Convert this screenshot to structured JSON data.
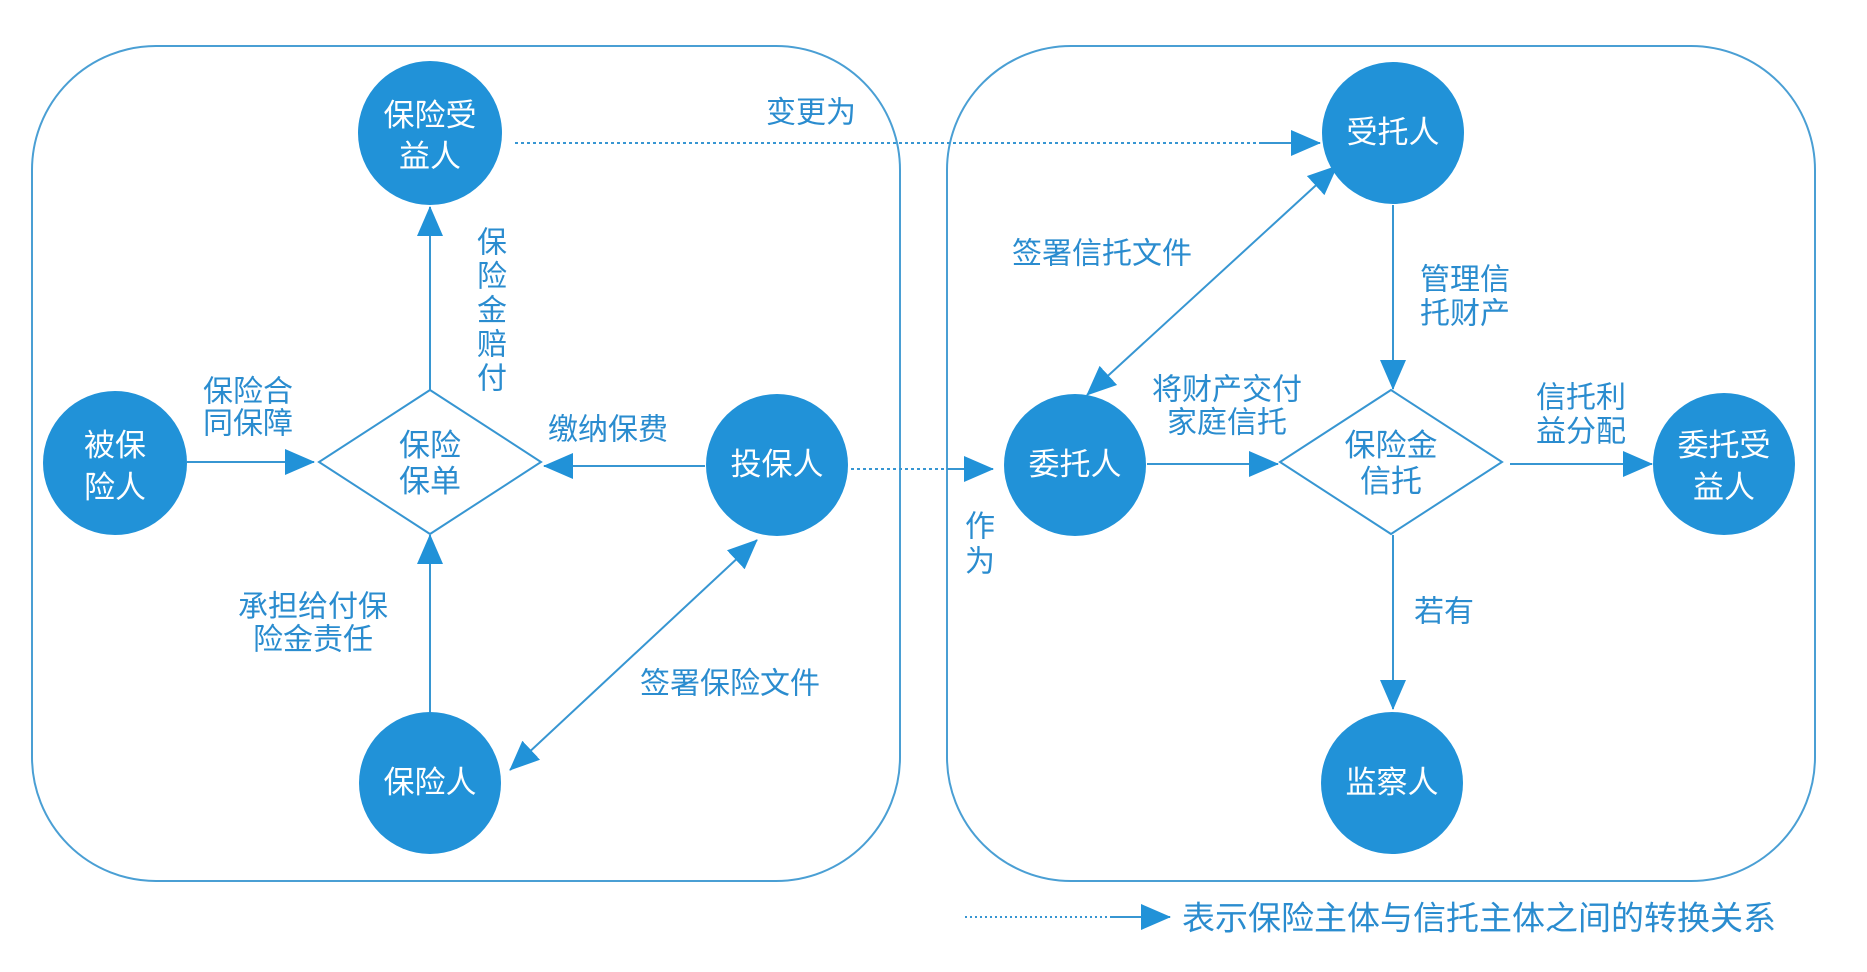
{
  "colors": {
    "node_fill": "#2192d8",
    "line": "#3796d2",
    "text": "#2a8ccf",
    "group_border": "#4a9fd4",
    "background": "#ffffff"
  },
  "groups": [
    {
      "id": "insurance",
      "name": "insurance-group"
    },
    {
      "id": "trust",
      "name": "trust-group"
    }
  ],
  "nodes": {
    "beneficiary": {
      "label_lines": [
        "保险受",
        "益人"
      ]
    },
    "insured": {
      "label_lines": [
        "被保",
        "险人"
      ]
    },
    "policyholder": {
      "label_lines": [
        "投保人"
      ]
    },
    "insurer": {
      "label_lines": [
        "保险人"
      ]
    },
    "trustee": {
      "label_lines": [
        "受托人"
      ]
    },
    "settlor": {
      "label_lines": [
        "委托人"
      ]
    },
    "trust_beneficiary": {
      "label_lines": [
        "委托受",
        "益人"
      ]
    },
    "supervisor": {
      "label_lines": [
        "监察人"
      ]
    }
  },
  "decisions": {
    "policy": {
      "label_lines": [
        "保险",
        "保单"
      ]
    },
    "insurance_trust": {
      "label_lines": [
        "保险金",
        "信托"
      ]
    }
  },
  "edge_labels": {
    "contract_guarantee": [
      "保险合",
      "同保障"
    ],
    "claim_payment_vertical": [
      "保",
      "险",
      "金",
      "赔",
      "付"
    ],
    "pay_premium": [
      "缴纳保费"
    ],
    "bear_liability": [
      "承担给付保",
      "险金责任"
    ],
    "sign_insurance_docs": [
      "签署保险文件"
    ],
    "change_to": [
      "变更为"
    ],
    "act_as_vertical": [
      "作",
      "为"
    ],
    "sign_trust_docs": [
      "签署信托文件"
    ],
    "manage_trust_property": [
      "管理信",
      "托财产"
    ],
    "deliver_property": [
      "将财产交付",
      "家庭信托"
    ],
    "distribute_benefits": [
      "信托利",
      "益分配"
    ],
    "if_any": [
      "若有"
    ]
  },
  "legend": {
    "text": "表示保险主体与信托主体之间的转换关系"
  }
}
